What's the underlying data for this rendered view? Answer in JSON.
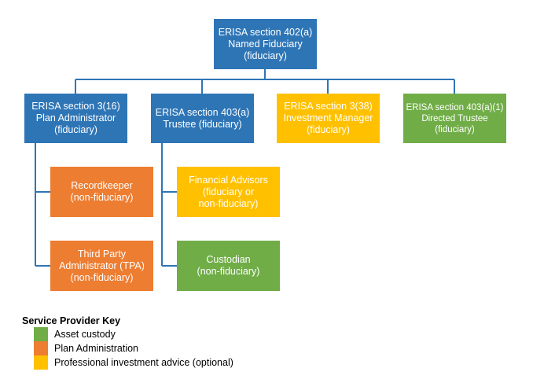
{
  "colors": {
    "blue": "#2e75b6",
    "orange": "#ed7d31",
    "yellow": "#ffc000",
    "green": "#70ad47",
    "connector": "#2e75b6"
  },
  "boxes": {
    "named_fiduciary": {
      "lines": [
        "ERISA section 402(a)",
        "Named Fiduciary",
        "(fiduciary)"
      ],
      "color": "blue"
    },
    "plan_admin": {
      "lines": [
        "ERISA section 3(16)",
        "Plan Administrator",
        "(fiduciary)"
      ],
      "color": "blue"
    },
    "trustee": {
      "lines": [
        "ERISA section 403(a)",
        "Trustee (fiduciary)"
      ],
      "color": "blue"
    },
    "investment_manager": {
      "lines": [
        "ERISA section 3(38)",
        "Investment Manager",
        "(fiduciary)"
      ],
      "color": "yellow"
    },
    "directed_trustee": {
      "lines": [
        "ERISA section 403(a)(1)",
        "Directed Trustee",
        "(fiduciary)"
      ],
      "color": "green"
    },
    "recordkeeper": {
      "lines": [
        "Recordkeeper",
        "(non-fiduciary)"
      ],
      "color": "orange"
    },
    "financial_advisors": {
      "lines": [
        "Financial Advisors",
        "(fiduciary or",
        "non-fiduciary)"
      ],
      "color": "yellow"
    },
    "tpa": {
      "lines": [
        "Third Party",
        "Administrator (TPA)",
        "(non-fiduciary)"
      ],
      "color": "orange"
    },
    "custodian": {
      "lines": [
        "Custodian",
        "(non-fiduciary)"
      ],
      "color": "green"
    }
  },
  "key": {
    "title": "Service Provider Key",
    "items": [
      {
        "label": "Asset custody",
        "color": "green"
      },
      {
        "label": "Plan Administration",
        "color": "orange"
      },
      {
        "label": "Professional investment advice (optional)",
        "color": "yellow"
      }
    ]
  }
}
